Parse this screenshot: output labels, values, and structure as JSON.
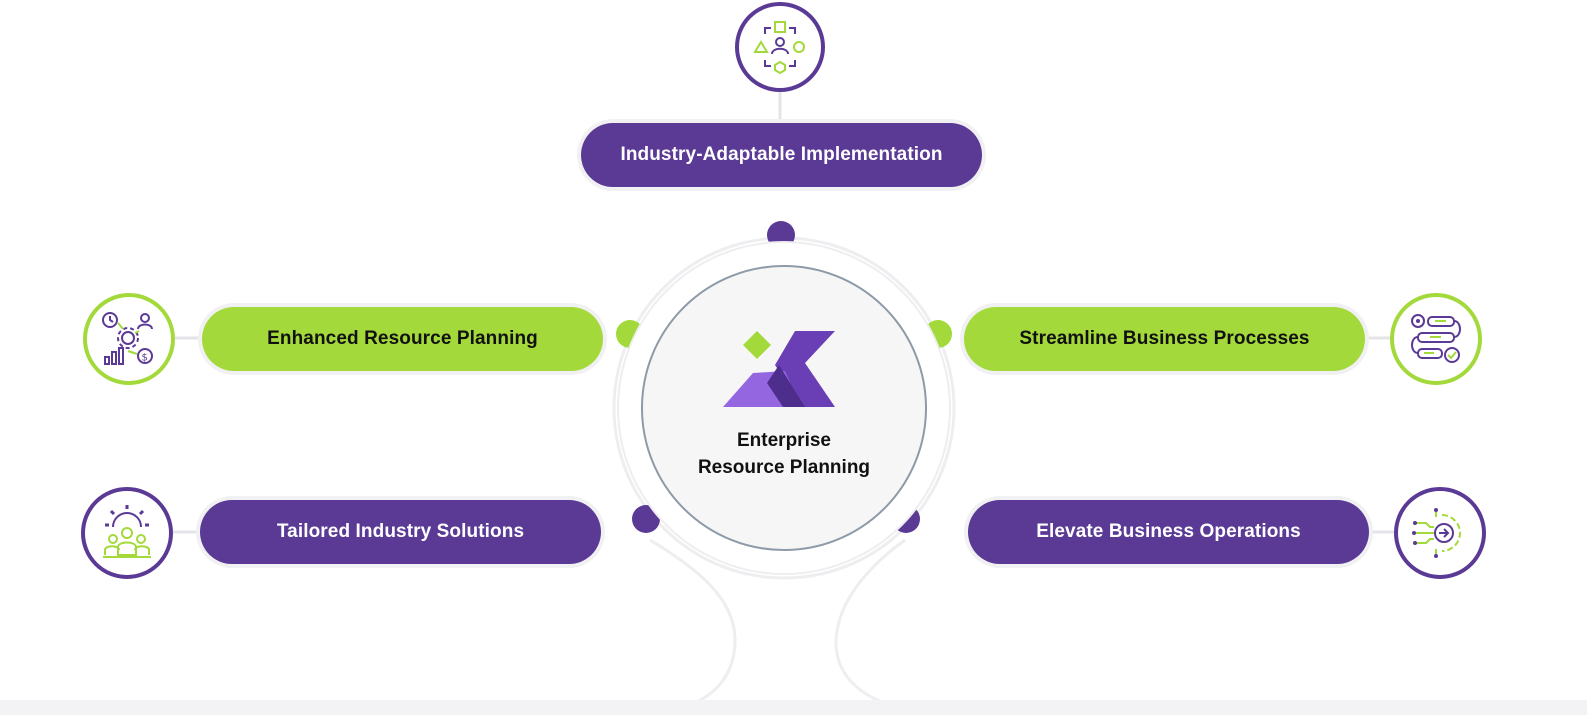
{
  "center": {
    "title_line1": "Enterprise",
    "title_line2": "Resource Planning",
    "logo_icon": "erp-x-logo-icon"
  },
  "items": [
    {
      "id": "top",
      "label": "Industry-Adaptable Implementation",
      "style": "purple",
      "icon": "workflow-people-icon"
    },
    {
      "id": "left-top",
      "label": "Enhanced Resource Planning",
      "style": "green",
      "icon": "resource-planning-icon"
    },
    {
      "id": "right-top",
      "label": "Streamline Business Processes",
      "style": "green",
      "icon": "process-flow-icon"
    },
    {
      "id": "left-bottom",
      "label": "Tailored Industry Solutions",
      "style": "purple",
      "icon": "team-gear-icon"
    },
    {
      "id": "right-bottom",
      "label": "Elevate Business Operations",
      "style": "purple",
      "icon": "circuit-gear-icon"
    }
  ],
  "colors": {
    "purple": "#5b3a96",
    "green": "#a3d93a",
    "connector": "#ececf0",
    "center_bg": "#f6f6f7"
  }
}
